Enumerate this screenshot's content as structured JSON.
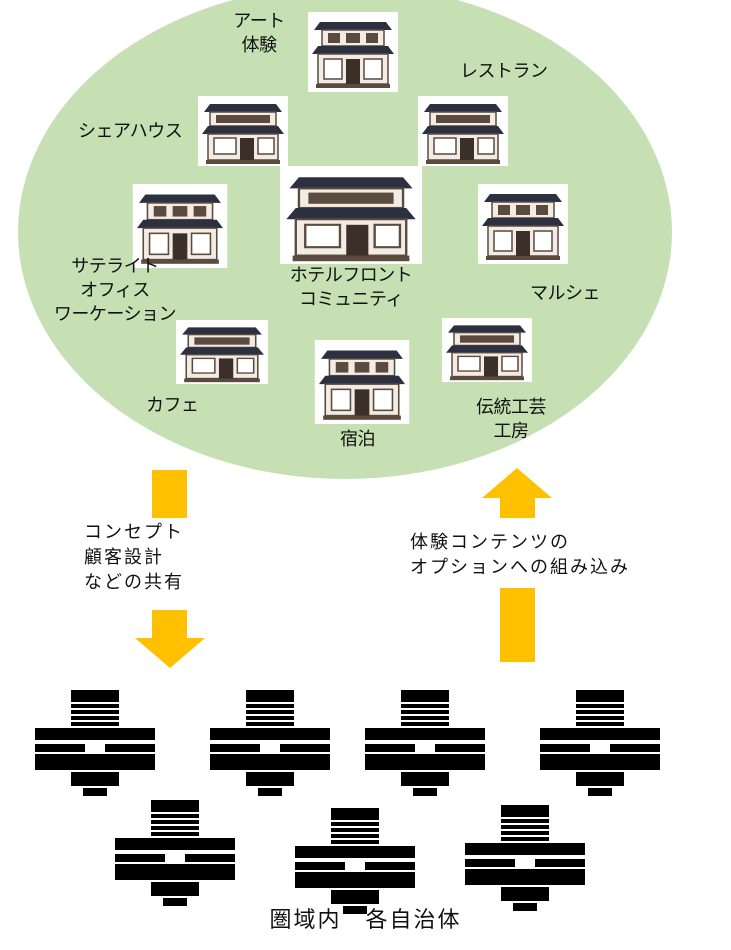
{
  "labels": {
    "art": "アート",
    "art2": "体験",
    "restaurant": "レストラン",
    "sharehouse": "シェアハウス",
    "satellite": "サテライト",
    "office": "オフィス",
    "workation": "ワーケーション",
    "hotel": "ホテルフロント",
    "community": "コミュニティ",
    "marche": "マルシェ",
    "cafe": "カフェ",
    "stay": "宿泊",
    "craft": "伝統工芸",
    "studio": "工房"
  },
  "arrow_left_text": [
    "コンセプト",
    "顧客設計",
    "などの共有"
  ],
  "arrow_right_text": [
    "体験コンテンツの",
    "オプションへの組み込み"
  ],
  "footer": "圏域内　各自治体",
  "colors": {
    "ellipse": "#c6e0b4",
    "arrow": "#ffc000",
    "roof": "#2c3040",
    "wall": "#f2ece4",
    "timber": "#5b4a3e",
    "hub": "#000000"
  }
}
